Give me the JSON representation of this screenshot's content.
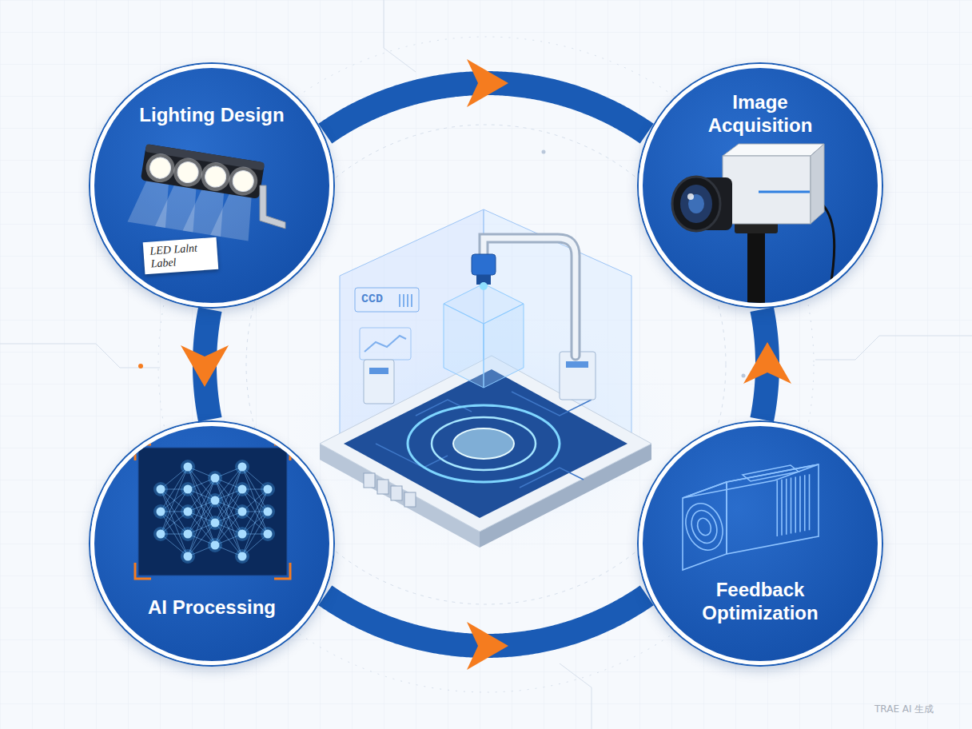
{
  "diagram": {
    "nodes": [
      {
        "text": [
          "Lighting Design"
        ]
      },
      {
        "text": [
          "Image Acquisition"
        ]
      },
      {
        "text": [
          "AI Processing"
        ]
      },
      {
        "text": [
          "Feedback Optimization"
        ]
      }
    ],
    "edges": [
      {
        "from": 0,
        "to": 1,
        "arrow": "to"
      },
      {
        "from": 0,
        "to": 2,
        "arrow": "to"
      },
      {
        "from": 2,
        "to": 3,
        "arrow": "to"
      },
      {
        "from": 3,
        "to": 1,
        "arrow": "to"
      }
    ],
    "labels": [
      "LED Lalnt Label",
      "CCD",
      "TRAE AI 生成"
    ]
  }
}
